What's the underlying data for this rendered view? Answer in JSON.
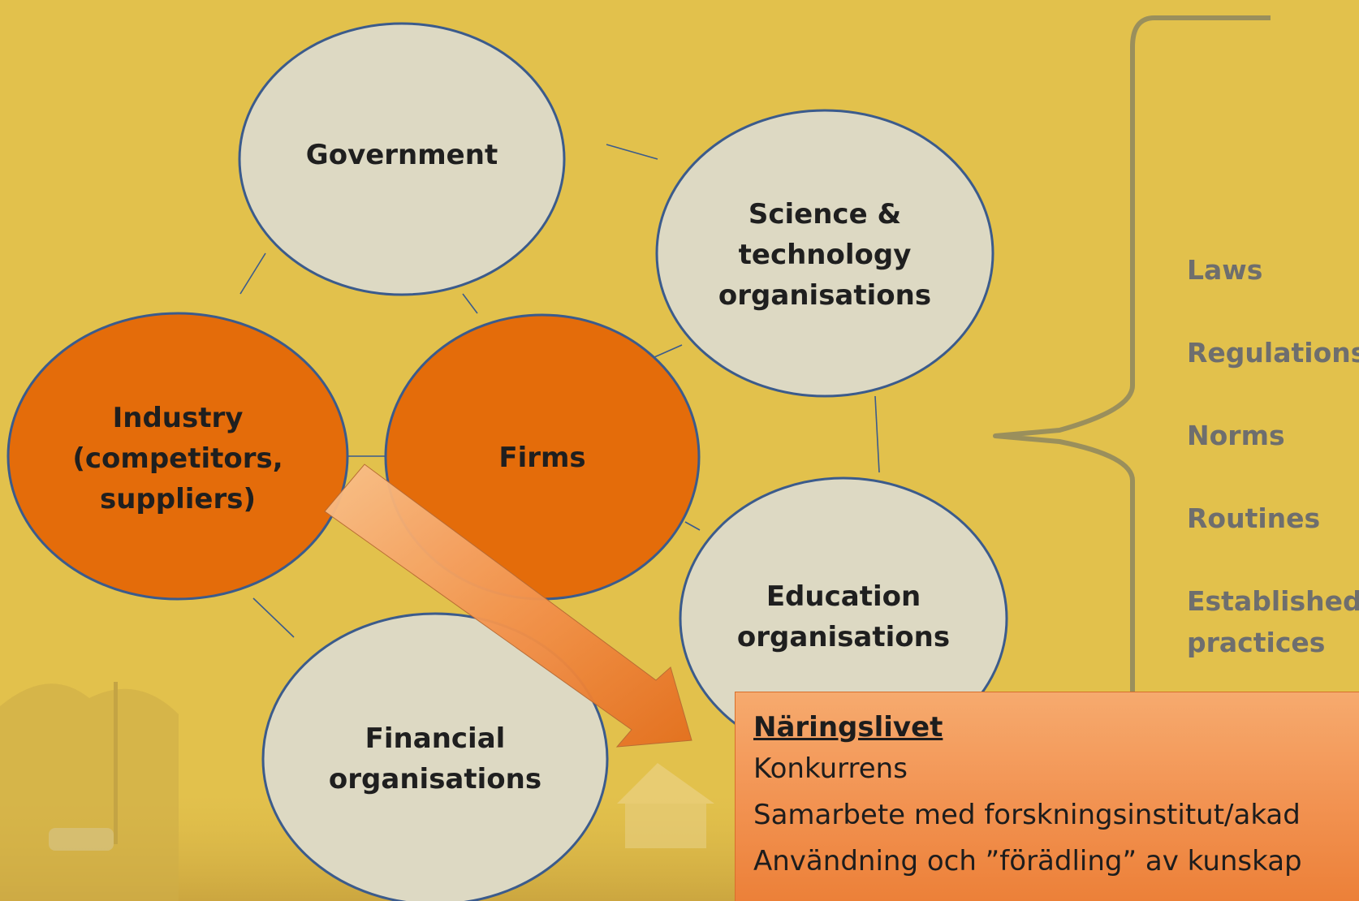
{
  "nodes": {
    "government": "Government",
    "science": "Science &\ntechnology\norganisations",
    "industry": "Industry\n(competitors,\nsuppliers)",
    "firms": "Firms",
    "education": "Education\norganisations",
    "financial": "Financial\norganisations"
  },
  "institutions": [
    "Laws",
    "Regulations",
    "Norms",
    "Routines",
    "Established\npractices"
  ],
  "callout": {
    "heading": "Näringslivet",
    "lines": [
      "Konkurrens",
      "Samarbete med forskningsinstitut/akad",
      "Användning och ”förädling” av kunskap"
    ]
  },
  "colors": {
    "background": "#e2c14c",
    "grey_node_fill": "#ddd9c3",
    "orange_node_fill": "#e46c0a",
    "node_outline": "#3b5b8c",
    "brace": "#9a8f5c",
    "arrow": "#f08a40",
    "institution_text": "#6e6e6e"
  }
}
